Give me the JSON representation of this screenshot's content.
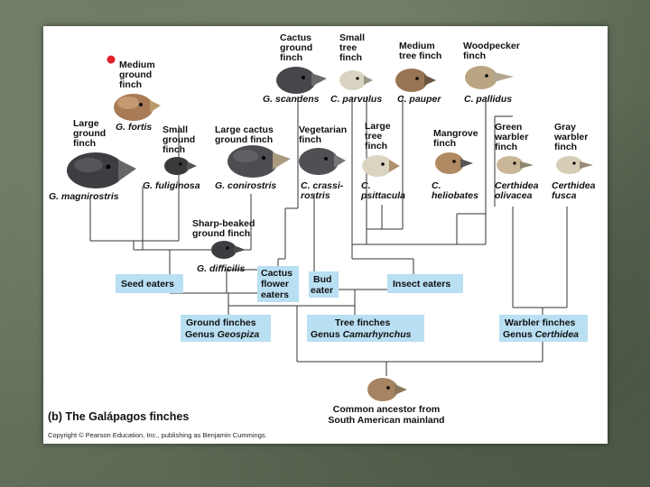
{
  "panel_title": "(b) The Galápagos finches",
  "copyright": "Copyright © Pearson Education, Inc., publishing as Benjamin Cummings.",
  "ancestor": [
    "Common ancestor from",
    "South American mainland"
  ],
  "finches": {
    "medium_ground": {
      "common": [
        "Medium",
        "ground",
        "finch"
      ],
      "species": "G. fortis"
    },
    "large_ground": {
      "common": [
        "Large",
        "ground",
        "finch"
      ],
      "species": "G. magnirostris"
    },
    "small_ground": {
      "common": [
        "Small",
        "ground",
        "finch"
      ],
      "species": "G. fuliginosa"
    },
    "large_cactus": {
      "common": [
        "Large cactus",
        "ground finch"
      ],
      "species": "G. conirostris"
    },
    "sharp_beaked": {
      "common": [
        "Sharp-beaked",
        "ground finch"
      ],
      "species": "G. difficilis"
    },
    "cactus_ground": {
      "common": [
        "Cactus",
        "ground",
        "finch"
      ],
      "species": "G. scandens"
    },
    "small_tree": {
      "common": [
        "Small",
        "tree",
        "finch"
      ],
      "species": "C. parvulus"
    },
    "medium_tree": {
      "common": [
        "Medium",
        "tree finch"
      ],
      "species": "C. pauper"
    },
    "woodpecker": {
      "common": [
        "Woodpecker",
        "finch"
      ],
      "species": "C. pallidus"
    },
    "vegetarian": {
      "common": [
        "Vegetarian",
        "finch"
      ],
      "species": [
        "C. crassi-",
        "rostris"
      ]
    },
    "large_tree": {
      "common": [
        "Large",
        "tree",
        "finch"
      ],
      "species": [
        "C.",
        "psittacula"
      ]
    },
    "mangrove": {
      "common": [
        "Mangrove",
        "finch"
      ],
      "species": [
        "C.",
        "heliobates"
      ]
    },
    "green_warbler": {
      "common": [
        "Green",
        "warbler",
        "finch"
      ],
      "species": [
        "Certhidea",
        "olivacea"
      ]
    },
    "gray_warbler": {
      "common": [
        "Gray",
        "warbler",
        "finch"
      ],
      "species": [
        "Certhidea",
        "fusca"
      ]
    }
  },
  "diets": {
    "seed": "Seed eaters",
    "cactus": [
      "Cactus",
      "flower",
      "eaters"
    ],
    "bud": [
      "Bud",
      "eater"
    ],
    "insect": "Insect eaters"
  },
  "genera": {
    "ground": {
      "name": "Ground finches",
      "genus_prefix": "Genus ",
      "genus": "Geospiza"
    },
    "tree": {
      "name": "Tree finches",
      "genus_prefix": "Genus ",
      "genus": "Camarhynchus"
    },
    "warbler": {
      "name": "Warbler finches",
      "genus_prefix": "Genus ",
      "genus": "Certhidea"
    }
  },
  "colors": {
    "label_box": "#b9dff2",
    "highlight_dot": "#e0202a"
  }
}
